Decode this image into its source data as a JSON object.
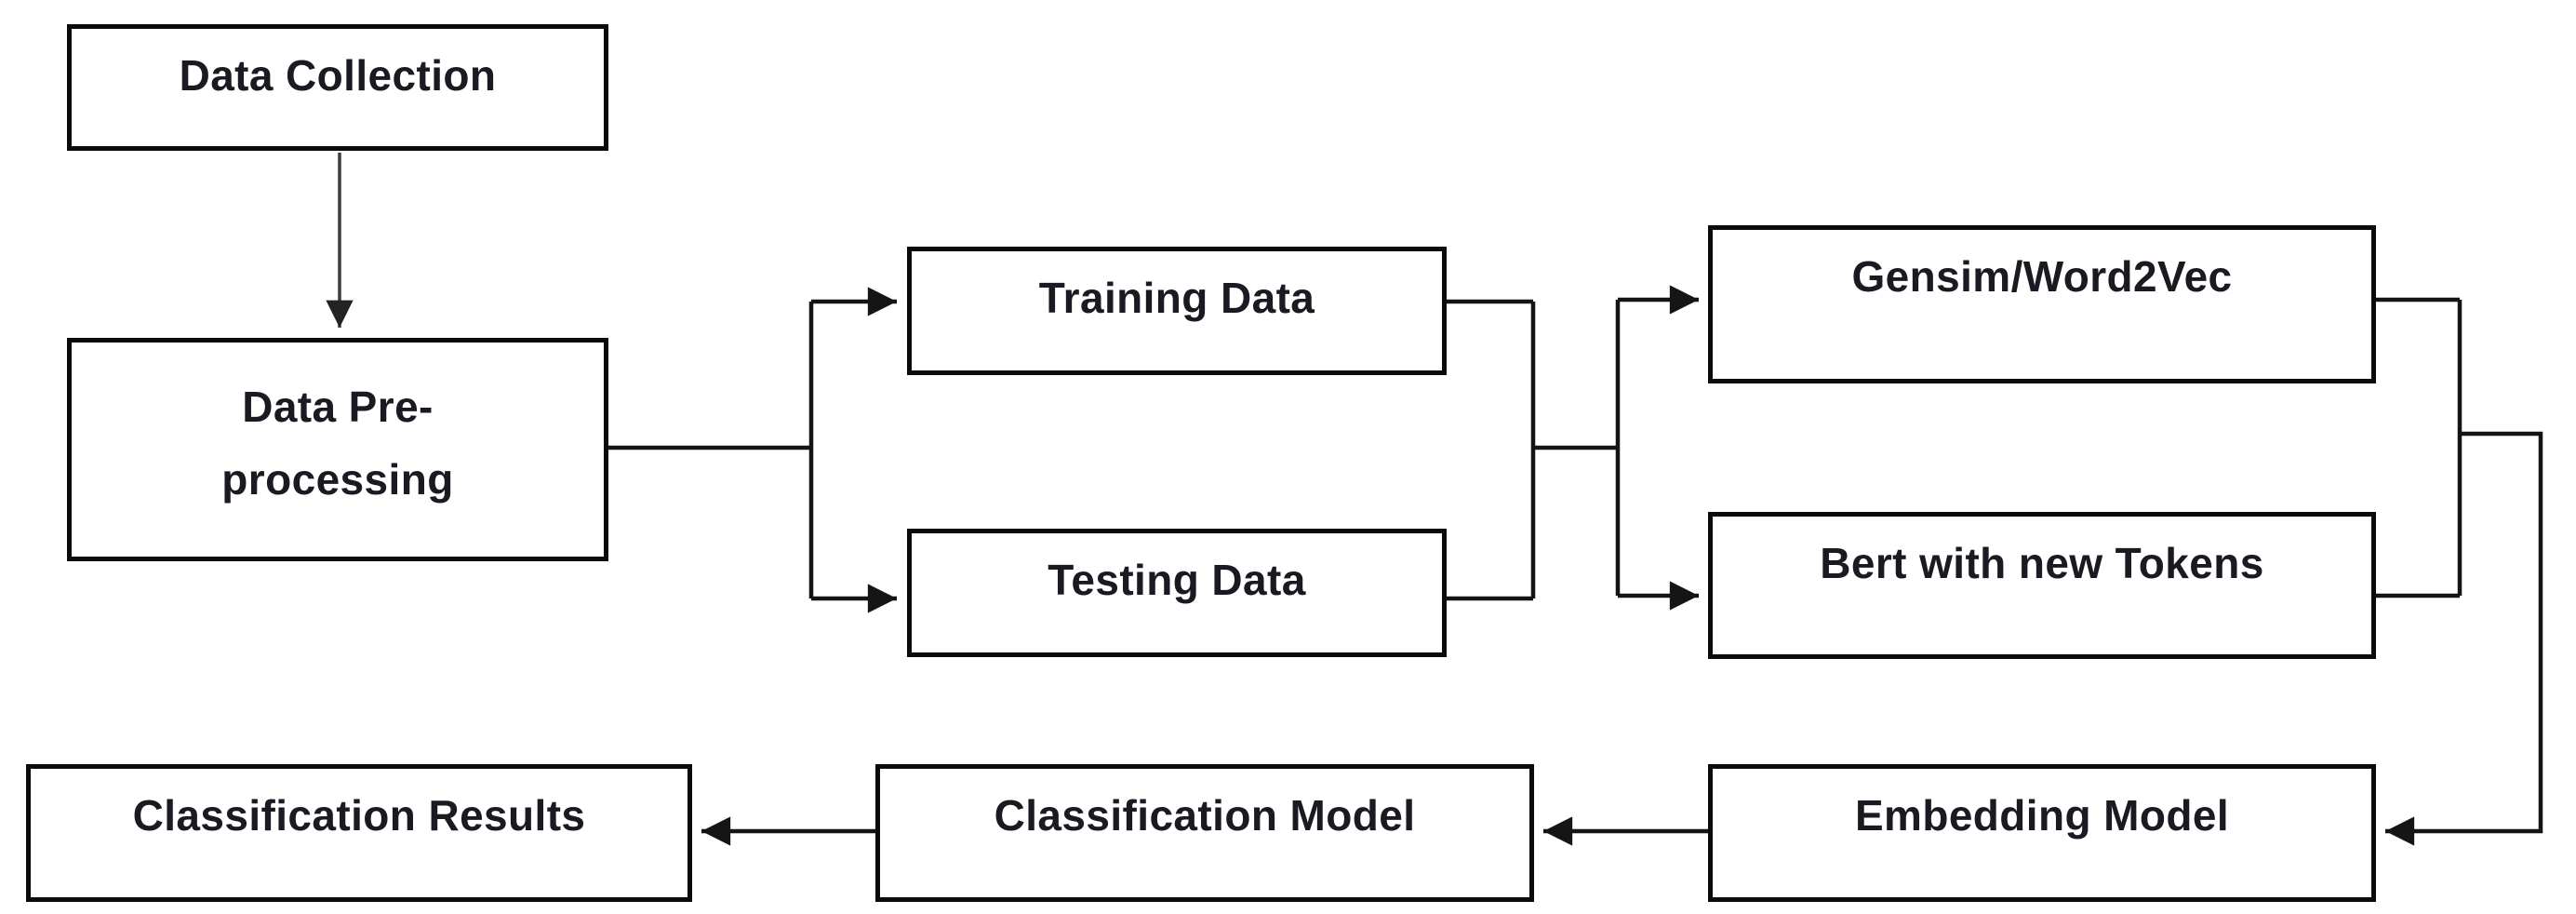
{
  "diagram": {
    "type": "flowchart",
    "background_color": "#ffffff",
    "box_border_color": "#0b0b0b",
    "box_fill_color": "#ffffff",
    "text_color": "#1a1a22",
    "connector_color": "#141414",
    "nodes": [
      {
        "id": "data-collection",
        "label": "Data Collection"
      },
      {
        "id": "data-pre-processing",
        "label": "Data Pre-processing",
        "lines": [
          "Data Pre-",
          "processing"
        ]
      },
      {
        "id": "training-data",
        "label": "Training Data"
      },
      {
        "id": "testing-data",
        "label": "Testing Data"
      },
      {
        "id": "gensim-word2vec",
        "label": "Gensim/Word2Vec"
      },
      {
        "id": "bert-with-new-tokens",
        "label": "Bert with new Tokens"
      },
      {
        "id": "embedding-model",
        "label": "Embedding Model"
      },
      {
        "id": "classification-model",
        "label": "Classification Model"
      },
      {
        "id": "classification-results",
        "label": "Classification Results"
      }
    ],
    "edges": [
      {
        "from": "data-collection",
        "to": "data-pre-processing"
      },
      {
        "from": "data-pre-processing",
        "to": "training-data"
      },
      {
        "from": "data-pre-processing",
        "to": "testing-data"
      },
      {
        "from": "training-data",
        "to": "gensim-word2vec"
      },
      {
        "from": "training-data",
        "to": "bert-with-new-tokens"
      },
      {
        "from": "testing-data",
        "to": "gensim-word2vec"
      },
      {
        "from": "testing-data",
        "to": "bert-with-new-tokens"
      },
      {
        "from": "gensim-word2vec",
        "to": "embedding-model"
      },
      {
        "from": "bert-with-new-tokens",
        "to": "embedding-model"
      },
      {
        "from": "embedding-model",
        "to": "classification-model"
      },
      {
        "from": "classification-model",
        "to": "classification-results"
      }
    ]
  }
}
